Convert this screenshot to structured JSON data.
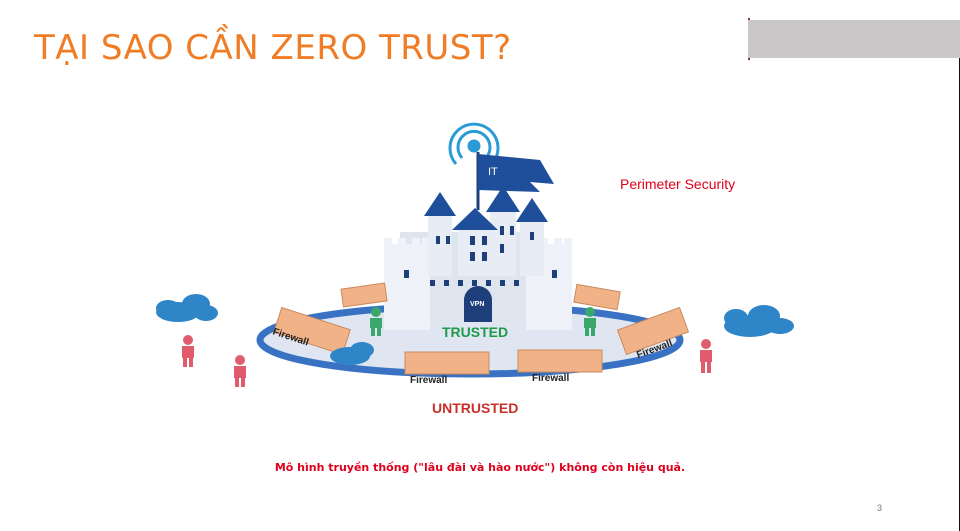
{
  "slide": {
    "title": "TẠI SAO CẦN ZERO TRUST?",
    "caption": "Mô hình truyền thống (\"lâu đài và hào nước\") không còn hiệu quả.",
    "page_number": "3"
  },
  "figure": {
    "perimeter_label": "Perimeter Security",
    "flag_label": "IT",
    "gate_label": "VPN",
    "trusted_label": "TRUSTED",
    "untrusted_label": "UNTRUSTED",
    "firewall_labels": [
      "Firewall",
      "Firewall",
      "Firewall",
      "Firewall"
    ]
  },
  "colors": {
    "title": "#f07c25",
    "caption": "#e0001b",
    "perimeter": "#e0001b",
    "trusted": "#1e9a48",
    "untrusted": "#c8302a",
    "castle_roof": "#1f4e9b",
    "castle_wall": "#e3e8f2",
    "moat": "#3a72c3",
    "firewall": "#f2b288",
    "cloud": "#2e86c8",
    "person_untrusted": "#e05b6b",
    "person_trusted": "#3aa86b"
  },
  "icons": [
    "wifi-signal-icon",
    "flag-icon",
    "cloud-icon",
    "person-icon"
  ]
}
